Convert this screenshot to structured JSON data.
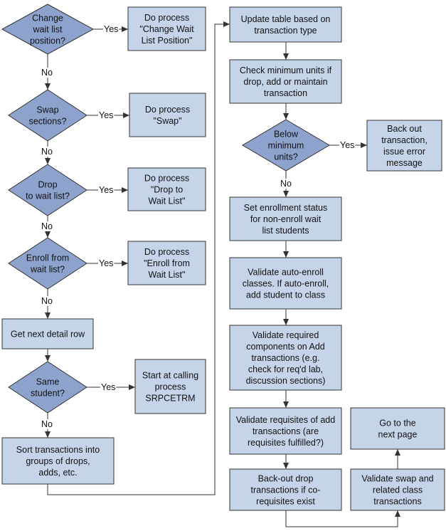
{
  "colors": {
    "box_fill": "#c6d4ea",
    "diamond_fill": "#8da3ce",
    "stroke": "#333333",
    "line": "#333333"
  },
  "nodes": [
    {
      "id": "change-wait-list-position",
      "kind": "diamond",
      "lines": [
        "Change",
        "wait list",
        "position?"
      ]
    },
    {
      "id": "process-change-wait-list-position",
      "kind": "box",
      "lines": [
        "Do process",
        "\"Change Wait",
        "List Position\""
      ]
    },
    {
      "id": "swap-sections",
      "kind": "diamond",
      "lines": [
        "Swap",
        "sections?"
      ]
    },
    {
      "id": "process-swap",
      "kind": "box",
      "lines": [
        "Do process",
        "\"Swap\""
      ]
    },
    {
      "id": "drop-to-wait-list",
      "kind": "diamond",
      "lines": [
        "Drop",
        "to wait list?"
      ]
    },
    {
      "id": "process-drop-to-wait-list",
      "kind": "box",
      "lines": [
        "Do process",
        "\"Drop to",
        "Wait List\""
      ]
    },
    {
      "id": "enroll-from-wait-list",
      "kind": "diamond",
      "lines": [
        "Enroll from",
        "wait list?"
      ]
    },
    {
      "id": "process-enroll-from-wait-list",
      "kind": "box",
      "lines": [
        "Do process",
        "\"Enroll from",
        "Wait List\""
      ]
    },
    {
      "id": "get-next-detail-row",
      "kind": "box",
      "lines": [
        "Get next detail row"
      ]
    },
    {
      "id": "same-student",
      "kind": "diamond",
      "lines": [
        "Same",
        "student?"
      ]
    },
    {
      "id": "start-at-calling-process",
      "kind": "box",
      "lines": [
        "Start at calling",
        "process",
        "SRPCETRM"
      ]
    },
    {
      "id": "sort-transactions",
      "kind": "box",
      "lines": [
        "Sort transactions into",
        "groups of drops,",
        "adds, etc."
      ]
    },
    {
      "id": "update-table",
      "kind": "box",
      "lines": [
        "Update table based on",
        "transaction type"
      ]
    },
    {
      "id": "check-minimum-units",
      "kind": "box",
      "lines": [
        "Check minimum units if",
        "drop, add or maintain",
        "transaction"
      ]
    },
    {
      "id": "below-minimum-units",
      "kind": "diamond",
      "lines": [
        "Below",
        "minimum",
        "units?"
      ]
    },
    {
      "id": "back-out-transaction",
      "kind": "box",
      "lines": [
        "Back out",
        "transaction,",
        "issue error",
        "message"
      ]
    },
    {
      "id": "set-enrollment-status",
      "kind": "box",
      "lines": [
        "Set enrollment status",
        "for non-enroll wait",
        "list students"
      ]
    },
    {
      "id": "validate-auto-enroll",
      "kind": "box",
      "lines": [
        "Validate auto-enroll",
        "classes.  If auto-enroll,",
        "add student to class"
      ]
    },
    {
      "id": "validate-required-components",
      "kind": "box",
      "lines": [
        "Validate required",
        "components on Add",
        "transactions (e.g.",
        "check for req'd lab,",
        "discussion sections)"
      ]
    },
    {
      "id": "validate-requisites",
      "kind": "box",
      "lines": [
        "Validate requisites of add",
        "transactions (are",
        "requisites fulfilled?)"
      ]
    },
    {
      "id": "back-out-drop",
      "kind": "box",
      "lines": [
        "Back-out drop",
        "transactions if co-",
        "requisites exist"
      ]
    },
    {
      "id": "validate-swap",
      "kind": "box",
      "lines": [
        "Validate swap and",
        "related class",
        "transactions"
      ]
    },
    {
      "id": "go-to-next-page",
      "kind": "box",
      "lines": [
        "Go to the",
        "next page"
      ]
    }
  ],
  "edge_labels": {
    "yes": "Yes",
    "no": "No"
  },
  "edges": [
    {
      "id": "e1",
      "from": "change-wait-list-position",
      "to": "process-change-wait-list-position",
      "label": "yes"
    },
    {
      "id": "e2",
      "from": "change-wait-list-position",
      "to": "swap-sections",
      "label": "no"
    },
    {
      "id": "e3",
      "from": "swap-sections",
      "to": "process-swap",
      "label": "yes"
    },
    {
      "id": "e4",
      "from": "swap-sections",
      "to": "drop-to-wait-list",
      "label": "no"
    },
    {
      "id": "e5",
      "from": "drop-to-wait-list",
      "to": "process-drop-to-wait-list",
      "label": "yes"
    },
    {
      "id": "e6",
      "from": "drop-to-wait-list",
      "to": "enroll-from-wait-list",
      "label": "no"
    },
    {
      "id": "e7",
      "from": "enroll-from-wait-list",
      "to": "process-enroll-from-wait-list",
      "label": "yes"
    },
    {
      "id": "e8",
      "from": "enroll-from-wait-list",
      "to": "get-next-detail-row",
      "label": "no"
    },
    {
      "id": "e9",
      "from": "get-next-detail-row",
      "to": "same-student",
      "label": ""
    },
    {
      "id": "e10",
      "from": "same-student",
      "to": "start-at-calling-process",
      "label": "yes"
    },
    {
      "id": "e11",
      "from": "same-student",
      "to": "sort-transactions",
      "label": "no"
    },
    {
      "id": "e12",
      "from": "sort-transactions",
      "to": "update-table",
      "label": ""
    },
    {
      "id": "e13",
      "from": "update-table",
      "to": "check-minimum-units",
      "label": ""
    },
    {
      "id": "e14",
      "from": "check-minimum-units",
      "to": "below-minimum-units",
      "label": ""
    },
    {
      "id": "e15",
      "from": "below-minimum-units",
      "to": "back-out-transaction",
      "label": "yes"
    },
    {
      "id": "e16",
      "from": "below-minimum-units",
      "to": "set-enrollment-status",
      "label": "no"
    },
    {
      "id": "e17",
      "from": "set-enrollment-status",
      "to": "validate-auto-enroll",
      "label": ""
    },
    {
      "id": "e18",
      "from": "validate-auto-enroll",
      "to": "validate-required-components",
      "label": ""
    },
    {
      "id": "e19",
      "from": "validate-required-components",
      "to": "validate-requisites",
      "label": ""
    },
    {
      "id": "e20",
      "from": "validate-requisites",
      "to": "back-out-drop",
      "label": ""
    },
    {
      "id": "e21",
      "from": "back-out-drop",
      "to": "validate-swap",
      "label": ""
    },
    {
      "id": "e22",
      "from": "validate-swap",
      "to": "go-to-next-page",
      "label": ""
    }
  ]
}
